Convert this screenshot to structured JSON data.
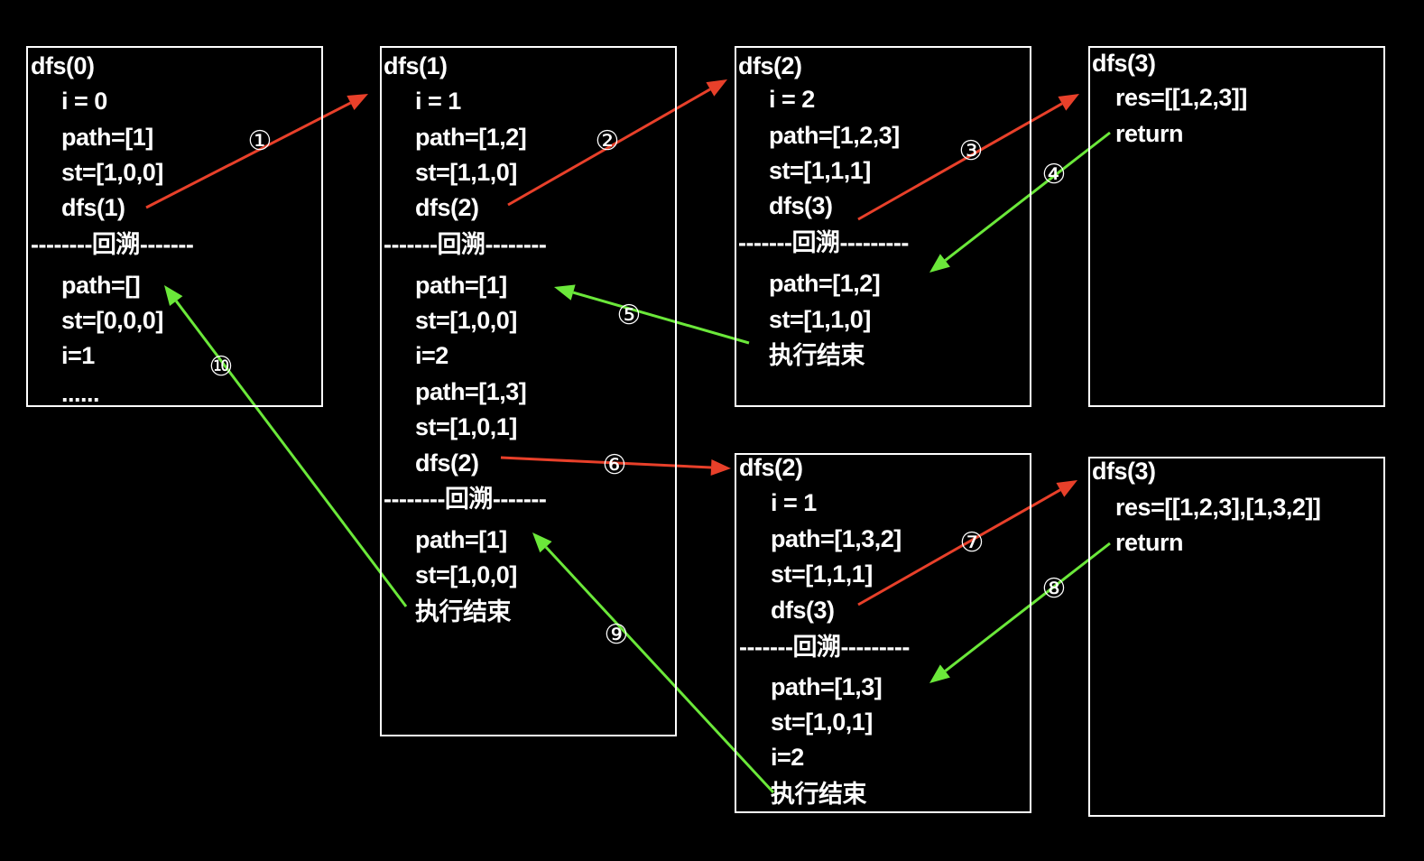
{
  "colors": {
    "call_arrow": "#e8402a",
    "return_arrow": "#6be83a",
    "background": "#000000",
    "text": "#ffffff"
  },
  "frames": [
    {
      "id": "dfs0",
      "title": "dfs(0)",
      "lines": [
        "i = 0",
        "path=[1]",
        "st=[1,0,0]",
        "dfs(1)",
        "--------回溯-------",
        "path=[]",
        "st=[0,0,0]",
        "i=1",
        "......"
      ]
    },
    {
      "id": "dfs1",
      "title": "dfs(1)",
      "lines": [
        "i = 1",
        "path=[1,2]",
        "st=[1,1,0]",
        "dfs(2)",
        "-------回溯--------",
        "path=[1]",
        "st=[1,0,0]",
        "i=2",
        "path=[1,3]",
        "st=[1,0,1]",
        "dfs(2)",
        "--------回溯-------",
        "path=[1]",
        "st=[1,0,0]",
        "执行结束"
      ]
    },
    {
      "id": "dfs2a",
      "title": "dfs(2)",
      "lines": [
        "i = 2",
        "path=[1,2,3]",
        "st=[1,1,1]",
        "dfs(3)",
        "-------回溯---------",
        "path=[1,2]",
        "st=[1,1,0]",
        "执行结束"
      ]
    },
    {
      "id": "dfs3a",
      "title": "dfs(3)",
      "lines": [
        "res=[[1,2,3]]",
        "return"
      ]
    },
    {
      "id": "dfs2b",
      "title": "dfs(2)",
      "lines": [
        "i = 1",
        "path=[1,3,2]",
        "st=[1,1,1]",
        "dfs(3)",
        "-------回溯---------",
        "path=[1,3]",
        "st=[1,0,1]",
        "i=2",
        "执行结束"
      ]
    },
    {
      "id": "dfs3b",
      "title": "dfs(3)",
      "lines": [
        "res=[[1,2,3],[1,3,2]]",
        "return"
      ]
    }
  ],
  "steps": [
    {
      "label": "①",
      "kind": "call"
    },
    {
      "label": "②",
      "kind": "call"
    },
    {
      "label": "③",
      "kind": "call"
    },
    {
      "label": "④",
      "kind": "return"
    },
    {
      "label": "⑤",
      "kind": "return"
    },
    {
      "label": "⑥",
      "kind": "call"
    },
    {
      "label": "⑦",
      "kind": "call"
    },
    {
      "label": "⑧",
      "kind": "return"
    },
    {
      "label": "⑨",
      "kind": "return"
    },
    {
      "label": "⑩",
      "kind": "return"
    }
  ]
}
